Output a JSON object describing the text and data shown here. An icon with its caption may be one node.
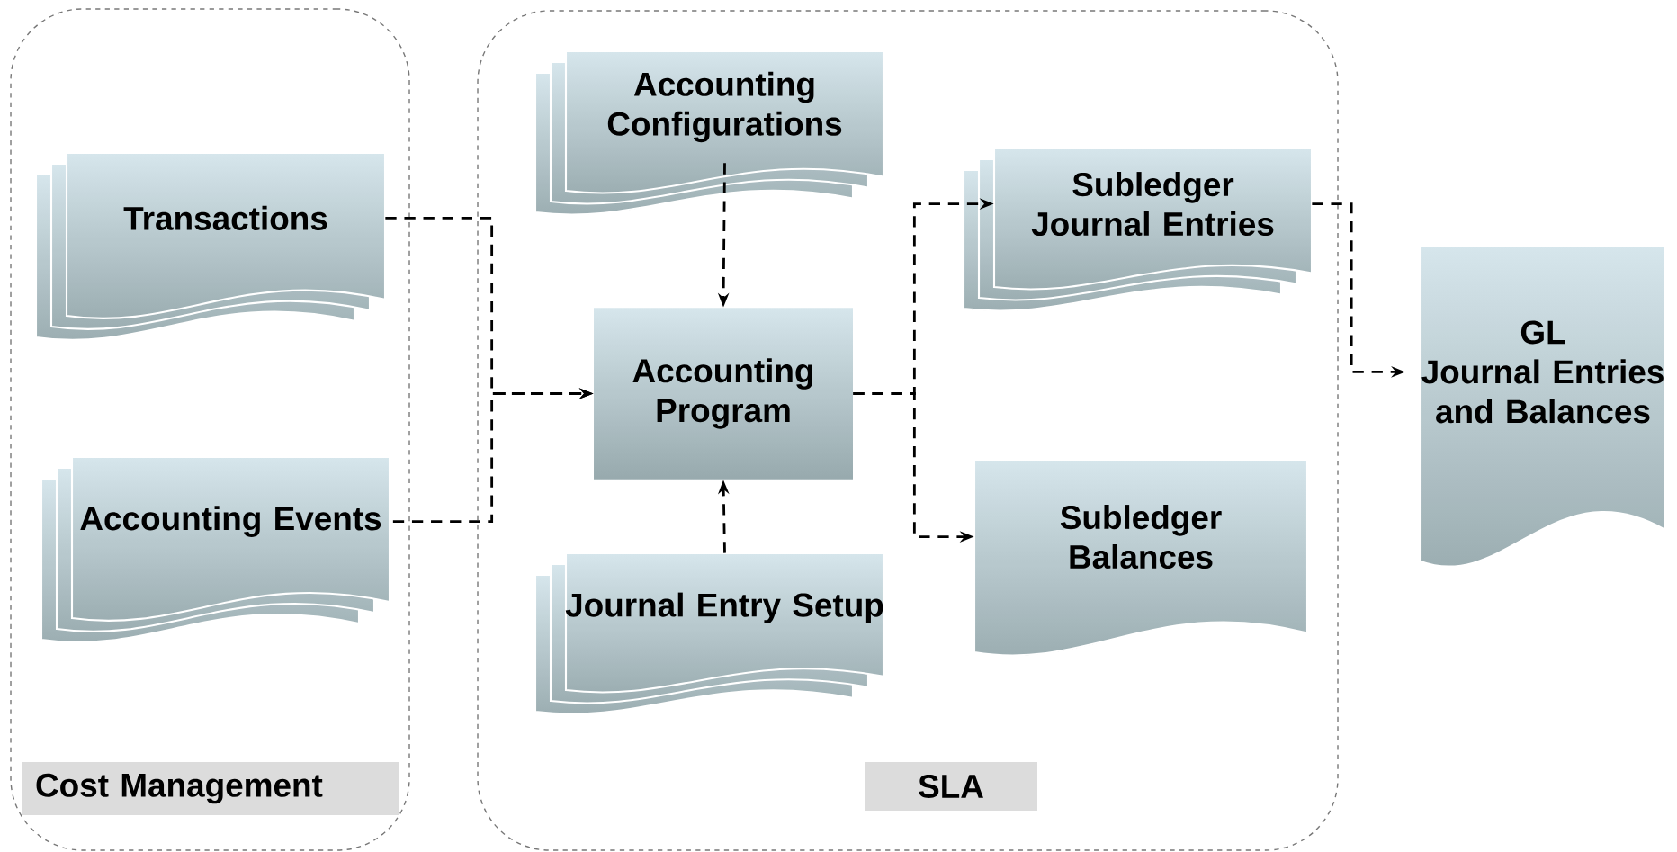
{
  "diagram": {
    "nodes": [
      {
        "text": [
          "Cost Management"
        ]
      },
      {
        "text": [
          "Transactions"
        ],
        "in": 0
      },
      {
        "text": [
          "Accounting Events"
        ],
        "in": 0
      },
      {
        "text": [
          "SLA"
        ]
      },
      {
        "text": [
          "Accounting Configurations"
        ],
        "in": 3
      },
      {
        "text": [
          "Accounting Program"
        ],
        "in": 3
      },
      {
        "text": [
          "Journal Entry Setup"
        ],
        "in": 3
      },
      {
        "text": [
          "Subledger Journal Entries"
        ],
        "in": 3
      },
      {
        "text": [
          "Subledger Balances"
        ],
        "in": 3
      },
      {
        "text": [
          "GL",
          "Journal Entries and Balances"
        ]
      }
    ],
    "edges": [
      {
        "from": 1,
        "to": 5,
        "arrow": "to",
        "style": "dashed"
      },
      {
        "from": 2,
        "to": 5,
        "arrow": "to",
        "style": "dashed"
      },
      {
        "from": 4,
        "to": 5,
        "arrow": "to",
        "style": "dashed"
      },
      {
        "from": 6,
        "to": 5,
        "arrow": "to",
        "style": "dashed"
      },
      {
        "from": 5,
        "to": 7,
        "arrow": "to",
        "style": "dashed"
      },
      {
        "from": 5,
        "to": 8,
        "arrow": "to",
        "style": "dashed"
      },
      {
        "from": 7,
        "to": 9,
        "arrow": "to",
        "style": "dashed"
      }
    ]
  }
}
